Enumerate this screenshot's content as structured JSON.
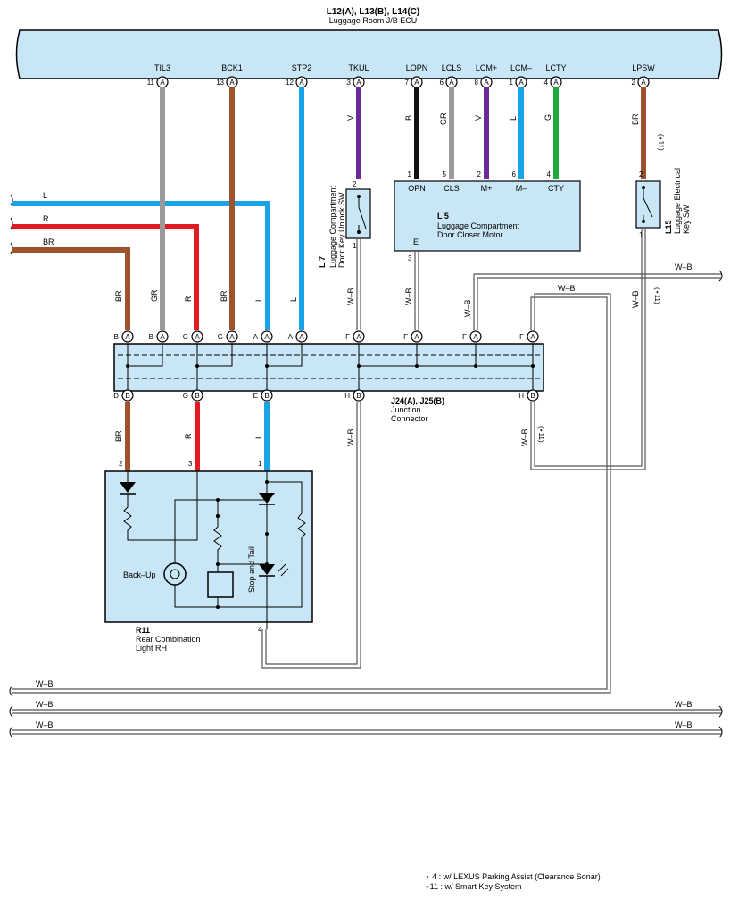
{
  "ecu": {
    "ref": "L12(A), L13(B), L14(C)",
    "name": "Luggage Room J/B ECU",
    "terminals": [
      {
        "name": "TIL3",
        "pin": "11",
        "conn": "A",
        "wire": "GR",
        "color": "#9a9a9a"
      },
      {
        "name": "BCK1",
        "pin": "13",
        "conn": "A",
        "wire": "BR",
        "color": "#a0522d"
      },
      {
        "name": "STP2",
        "pin": "12",
        "conn": "A",
        "wire": "L",
        "color": "#1aa3e8"
      },
      {
        "name": "TKUL",
        "pin": "3",
        "conn": "A",
        "wire": "V",
        "color": "#6a2a9a"
      },
      {
        "name": "LOPN",
        "pin": "7",
        "conn": "A",
        "wire": "B",
        "color": "#111111"
      },
      {
        "name": "LCLS",
        "pin": "6",
        "conn": "A",
        "wire": "GR",
        "color": "#9a9a9a"
      },
      {
        "name": "LCM+",
        "pin": "8",
        "conn": "A",
        "wire": "V",
        "color": "#6a2a9a"
      },
      {
        "name": "LCM–",
        "pin": "1",
        "conn": "A",
        "wire": "L",
        "color": "#1aa3e8"
      },
      {
        "name": "LCTY",
        "pin": "4",
        "conn": "A",
        "wire": "G",
        "color": "#1aaa3a"
      },
      {
        "name": "LPSW",
        "pin": "2",
        "conn": "A",
        "wire": "BR",
        "color": "#a0522d"
      }
    ]
  },
  "motor": {
    "ref": "L 5",
    "name1": "Luggage Compartment",
    "name2": "Door Closer Motor",
    "pins": [
      {
        "label": "OPN",
        "pin": "1"
      },
      {
        "label": "CLS",
        "pin": "5"
      },
      {
        "label": "M+",
        "pin": "2"
      },
      {
        "label": "M–",
        "pin": "6"
      },
      {
        "label": "CTY",
        "pin": "4"
      }
    ],
    "ground_label": "E",
    "ground_pin": "3"
  },
  "unlock_sw": {
    "ref": "L 7",
    "name1": "Luggage Compartment",
    "name2": "Door Key Unlock SW",
    "pin_top": "2",
    "pin_bottom": "1"
  },
  "key_sw": {
    "ref": "L15",
    "name1": "Luggage Electrical",
    "name2": "Key SW",
    "pin_top": "2",
    "pin_bottom": "1",
    "note": "(⋆11)"
  },
  "junction": {
    "ref": "J24(A), J25(B)",
    "name1": "Junction",
    "name2": "Connector",
    "top_pins": [
      "B",
      "B",
      "G",
      "G",
      "A",
      "A",
      "F",
      "F",
      "F",
      "F"
    ],
    "top_wires": [
      "BR",
      "GR",
      "R",
      "BR",
      "L",
      "L",
      "W–B",
      "W–B",
      "W–B",
      ""
    ],
    "bottom_pins": [
      "D",
      "G",
      "E",
      "H",
      "H"
    ],
    "bottom_wires": [
      "BR",
      "R",
      "L",
      "W–B",
      "W–B"
    ]
  },
  "lamp": {
    "ref": "R11",
    "name1": "Rear Combination",
    "name2": "Light RH",
    "backup_label": "Back–Up",
    "stop_label": "Stop and Tail",
    "pins": [
      "2",
      "3",
      "1",
      "4"
    ]
  },
  "left_wires": [
    "L",
    "R",
    "BR"
  ],
  "ground_label": "W–B",
  "note_11": "(⋆11)",
  "footnotes": [
    "⋆ 4 : w/ LEXUS Parking Assist (Clearance Sonar)",
    "⋆11 : w/ Smart Key System"
  ],
  "colors": {
    "box_fill": "#c8e6f5",
    "L": "#1aa3e8",
    "R": "#e01b24",
    "BR": "#a0522d",
    "GR": "#9a9a9a",
    "V": "#6a2a9a",
    "G": "#1aaa3a"
  }
}
